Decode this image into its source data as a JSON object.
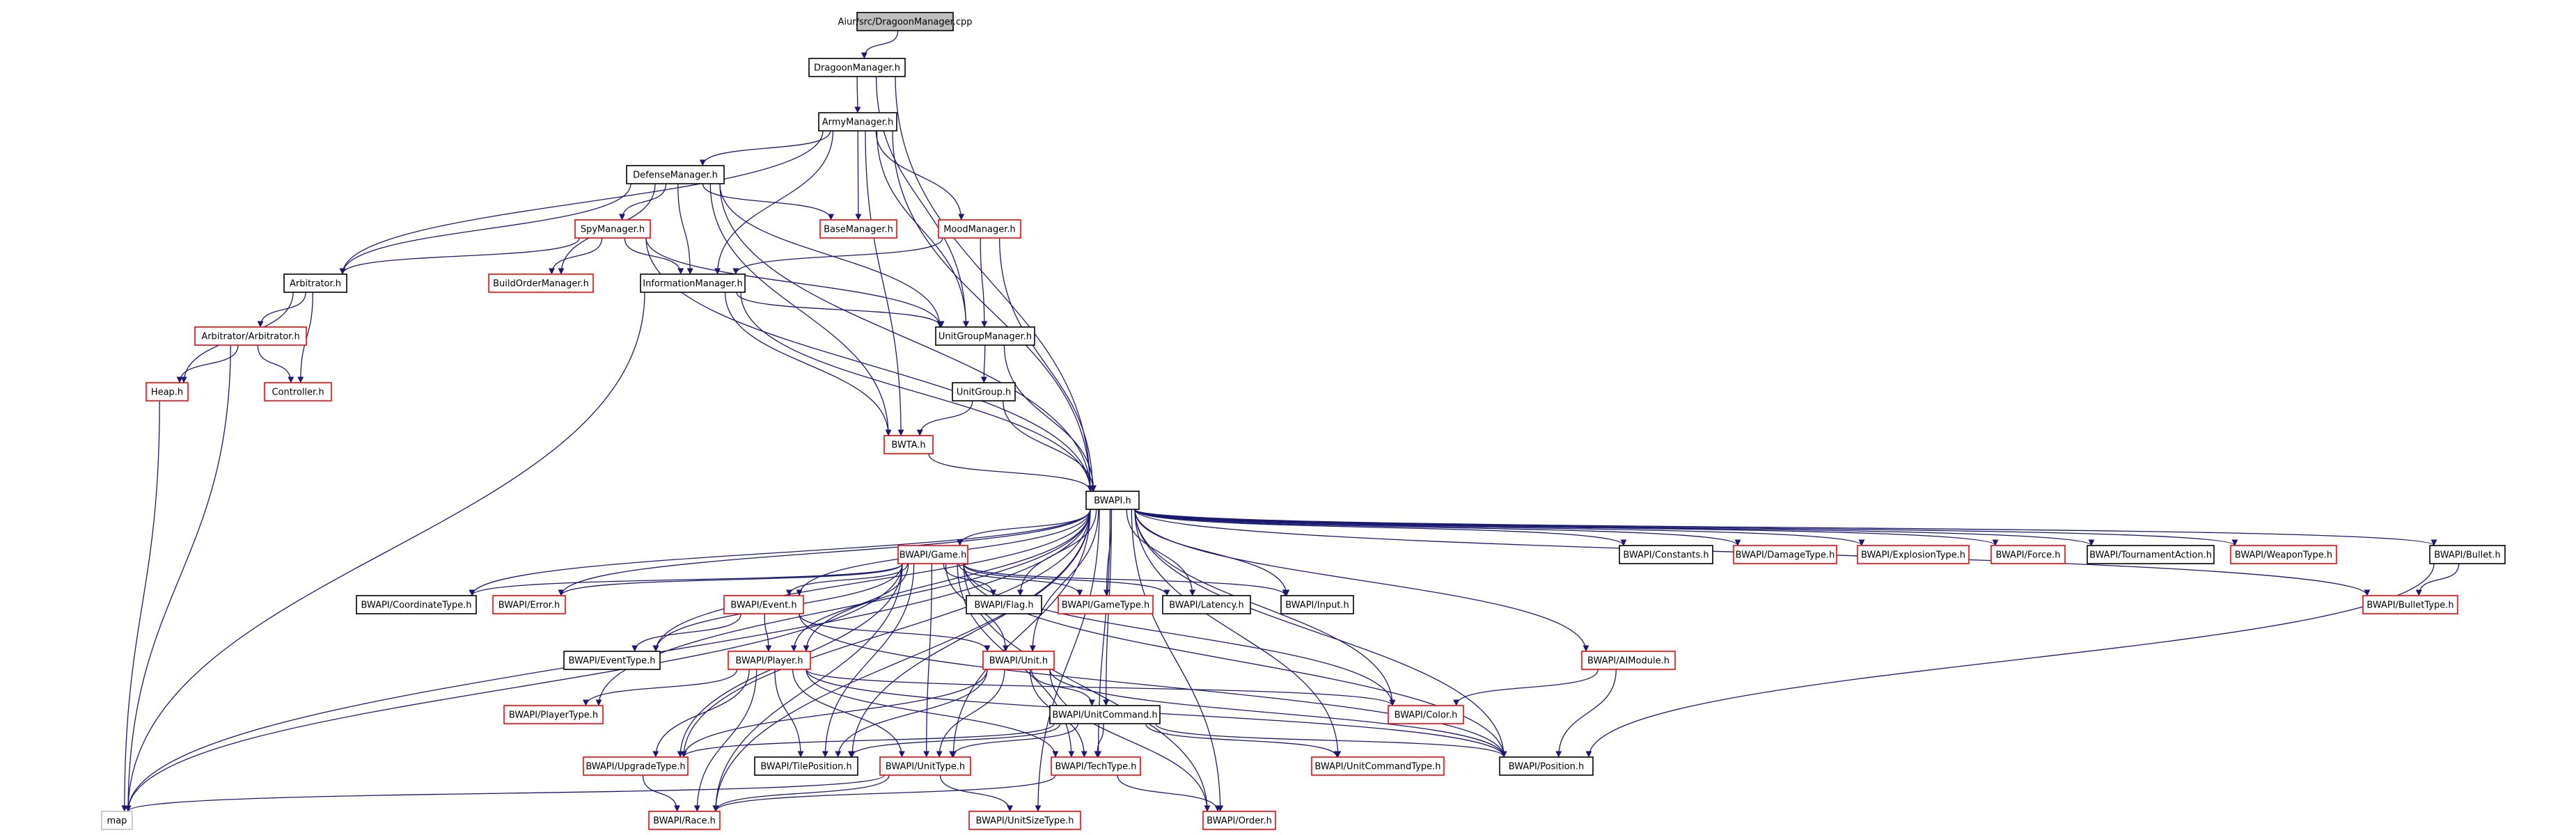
{
  "colors": {
    "edge": "#191970",
    "normal_border": "#000000",
    "truncated_border": "#ff0000",
    "root_fill": "#bfbfbf",
    "leaf_border": "#bfbfbf"
  },
  "nodes": [
    {
      "id": "root",
      "label": "Aiur/src/DragoonManager.cpp",
      "kind": "root"
    },
    {
      "id": "dragoon",
      "label": "DragoonManager.h",
      "kind": "normal"
    },
    {
      "id": "army",
      "label": "ArmyManager.h",
      "kind": "normal"
    },
    {
      "id": "defense",
      "label": "DefenseManager.h",
      "kind": "normal"
    },
    {
      "id": "base",
      "label": "BaseManager.h",
      "kind": "truncated"
    },
    {
      "id": "mood",
      "label": "MoodManager.h",
      "kind": "truncated"
    },
    {
      "id": "spy",
      "label": "SpyManager.h",
      "kind": "truncated"
    },
    {
      "id": "arbitrator",
      "label": "Arbitrator.h",
      "kind": "normal"
    },
    {
      "id": "buildorder",
      "label": "BuildOrderManager.h",
      "kind": "truncated"
    },
    {
      "id": "info",
      "label": "InformationManager.h",
      "kind": "normal"
    },
    {
      "id": "arbarb",
      "label": "Arbitrator/Arbitrator.h",
      "kind": "truncated"
    },
    {
      "id": "ugm",
      "label": "UnitGroupManager.h",
      "kind": "normal"
    },
    {
      "id": "heap",
      "label": "Heap.h",
      "kind": "truncated"
    },
    {
      "id": "controller",
      "label": "Controller.h",
      "kind": "truncated"
    },
    {
      "id": "unitgroup",
      "label": "UnitGroup.h",
      "kind": "normal"
    },
    {
      "id": "bwta",
      "label": "BWTA.h",
      "kind": "truncated"
    },
    {
      "id": "bwapi",
      "label": "BWAPI.h",
      "kind": "normal"
    },
    {
      "id": "game",
      "label": "BWAPI/Game.h",
      "kind": "truncated"
    },
    {
      "id": "constants",
      "label": "BWAPI/Constants.h",
      "kind": "normal"
    },
    {
      "id": "damagetype",
      "label": "BWAPI/DamageType.h",
      "kind": "truncated"
    },
    {
      "id": "explosiontype",
      "label": "BWAPI/ExplosionType.h",
      "kind": "truncated"
    },
    {
      "id": "force",
      "label": "BWAPI/Force.h",
      "kind": "truncated"
    },
    {
      "id": "tournament",
      "label": "BWAPI/TournamentAction.h",
      "kind": "normal"
    },
    {
      "id": "weapontype",
      "label": "BWAPI/WeaponType.h",
      "kind": "truncated"
    },
    {
      "id": "bullet",
      "label": "BWAPI/Bullet.h",
      "kind": "normal"
    },
    {
      "id": "coordtype",
      "label": "BWAPI/CoordinateType.h",
      "kind": "normal"
    },
    {
      "id": "error",
      "label": "BWAPI/Error.h",
      "kind": "truncated"
    },
    {
      "id": "event",
      "label": "BWAPI/Event.h",
      "kind": "truncated"
    },
    {
      "id": "flag",
      "label": "BWAPI/Flag.h",
      "kind": "normal"
    },
    {
      "id": "gametype",
      "label": "BWAPI/GameType.h",
      "kind": "truncated"
    },
    {
      "id": "latency",
      "label": "BWAPI/Latency.h",
      "kind": "normal"
    },
    {
      "id": "input",
      "label": "BWAPI/Input.h",
      "kind": "normal"
    },
    {
      "id": "bullettype",
      "label": "BWAPI/BulletType.h",
      "kind": "truncated"
    },
    {
      "id": "eventtype",
      "label": "BWAPI/EventType.h",
      "kind": "normal"
    },
    {
      "id": "player",
      "label": "BWAPI/Player.h",
      "kind": "truncated"
    },
    {
      "id": "unit",
      "label": "BWAPI/Unit.h",
      "kind": "truncated"
    },
    {
      "id": "aimodule",
      "label": "BWAPI/AIModule.h",
      "kind": "truncated"
    },
    {
      "id": "playertype",
      "label": "BWAPI/PlayerType.h",
      "kind": "truncated"
    },
    {
      "id": "color",
      "label": "BWAPI/Color.h",
      "kind": "truncated"
    },
    {
      "id": "unitcommand",
      "label": "BWAPI/UnitCommand.h",
      "kind": "normal"
    },
    {
      "id": "upgradetype",
      "label": "BWAPI/UpgradeType.h",
      "kind": "truncated"
    },
    {
      "id": "tileposition",
      "label": "BWAPI/TilePosition.h",
      "kind": "normal"
    },
    {
      "id": "unittype",
      "label": "BWAPI/UnitType.h",
      "kind": "truncated"
    },
    {
      "id": "techtype",
      "label": "BWAPI/TechType.h",
      "kind": "truncated"
    },
    {
      "id": "unitcommandtype",
      "label": "BWAPI/UnitCommandType.h",
      "kind": "truncated"
    },
    {
      "id": "position",
      "label": "BWAPI/Position.h",
      "kind": "normal"
    },
    {
      "id": "map",
      "label": "map",
      "kind": "leaf"
    },
    {
      "id": "race",
      "label": "BWAPI/Race.h",
      "kind": "truncated"
    },
    {
      "id": "unitsizetype",
      "label": "BWAPI/UnitSizeType.h",
      "kind": "truncated"
    },
    {
      "id": "order",
      "label": "BWAPI/Order.h",
      "kind": "truncated"
    }
  ],
  "edges": [
    [
      "root",
      "dragoon"
    ],
    [
      "dragoon",
      "army"
    ],
    [
      "dragoon",
      "ugm"
    ],
    [
      "dragoon",
      "bwapi"
    ],
    [
      "army",
      "defense"
    ],
    [
      "army",
      "base"
    ],
    [
      "army",
      "mood"
    ],
    [
      "army",
      "arbitrator"
    ],
    [
      "army",
      "info"
    ],
    [
      "army",
      "ugm"
    ],
    [
      "army",
      "bwta"
    ],
    [
      "army",
      "bwapi"
    ],
    [
      "defense",
      "base"
    ],
    [
      "defense",
      "spy"
    ],
    [
      "defense",
      "arbitrator"
    ],
    [
      "defense",
      "buildorder"
    ],
    [
      "defense",
      "info"
    ],
    [
      "defense",
      "ugm"
    ],
    [
      "defense",
      "bwta"
    ],
    [
      "defense",
      "bwapi"
    ],
    [
      "mood",
      "info"
    ],
    [
      "mood",
      "ugm"
    ],
    [
      "mood",
      "bwapi"
    ],
    [
      "spy",
      "arbitrator"
    ],
    [
      "spy",
      "buildorder"
    ],
    [
      "spy",
      "info"
    ],
    [
      "spy",
      "ugm"
    ],
    [
      "spy",
      "bwapi"
    ],
    [
      "arbitrator",
      "arbarb"
    ],
    [
      "arbitrator",
      "heap"
    ],
    [
      "arbitrator",
      "controller"
    ],
    [
      "arbarb",
      "heap"
    ],
    [
      "arbarb",
      "controller"
    ],
    [
      "arbarb",
      "map"
    ],
    [
      "heap",
      "map"
    ],
    [
      "info",
      "ugm"
    ],
    [
      "info",
      "bwta"
    ],
    [
      "info",
      "bwapi"
    ],
    [
      "info",
      "map"
    ],
    [
      "ugm",
      "unitgroup"
    ],
    [
      "ugm",
      "bwapi"
    ],
    [
      "unitgroup",
      "bwta"
    ],
    [
      "unitgroup",
      "bwapi"
    ],
    [
      "bwta",
      "bwapi"
    ],
    [
      "bwapi",
      "game"
    ],
    [
      "bwapi",
      "constants"
    ],
    [
      "bwapi",
      "damagetype"
    ],
    [
      "bwapi",
      "explosiontype"
    ],
    [
      "bwapi",
      "force"
    ],
    [
      "bwapi",
      "tournament"
    ],
    [
      "bwapi",
      "weapontype"
    ],
    [
      "bwapi",
      "bullet"
    ],
    [
      "bwapi",
      "bullettype"
    ],
    [
      "bwapi",
      "coordtype"
    ],
    [
      "bwapi",
      "error"
    ],
    [
      "bwapi",
      "event"
    ],
    [
      "bwapi",
      "flag"
    ],
    [
      "bwapi",
      "gametype"
    ],
    [
      "bwapi",
      "latency"
    ],
    [
      "bwapi",
      "input"
    ],
    [
      "bwapi",
      "eventtype"
    ],
    [
      "bwapi",
      "player"
    ],
    [
      "bwapi",
      "unit"
    ],
    [
      "bwapi",
      "aimodule"
    ],
    [
      "bwapi",
      "playertype"
    ],
    [
      "bwapi",
      "color"
    ],
    [
      "bwapi",
      "unitcommand"
    ],
    [
      "bwapi",
      "upgradetype"
    ],
    [
      "bwapi",
      "tileposition"
    ],
    [
      "bwapi",
      "unittype"
    ],
    [
      "bwapi",
      "techtype"
    ],
    [
      "bwapi",
      "unitcommandtype"
    ],
    [
      "bwapi",
      "position"
    ],
    [
      "bwapi",
      "race"
    ],
    [
      "bwapi",
      "unitsizetype"
    ],
    [
      "bwapi",
      "order"
    ],
    [
      "bwapi",
      "map"
    ],
    [
      "game",
      "coordtype"
    ],
    [
      "game",
      "error"
    ],
    [
      "game",
      "event"
    ],
    [
      "game",
      "flag"
    ],
    [
      "game",
      "gametype"
    ],
    [
      "game",
      "latency"
    ],
    [
      "game",
      "input"
    ],
    [
      "game",
      "player"
    ],
    [
      "game",
      "unit"
    ],
    [
      "game",
      "color"
    ],
    [
      "game",
      "upgradetype"
    ],
    [
      "game",
      "tileposition"
    ],
    [
      "game",
      "unittype"
    ],
    [
      "game",
      "techtype"
    ],
    [
      "game",
      "position"
    ],
    [
      "game",
      "race"
    ],
    [
      "game",
      "order"
    ],
    [
      "game",
      "map"
    ],
    [
      "game",
      "eventtype"
    ],
    [
      "event",
      "eventtype"
    ],
    [
      "event",
      "player"
    ],
    [
      "event",
      "unit"
    ],
    [
      "event",
      "position"
    ],
    [
      "player",
      "playertype"
    ],
    [
      "player",
      "color"
    ],
    [
      "player",
      "upgradetype"
    ],
    [
      "player",
      "tileposition"
    ],
    [
      "player",
      "unittype"
    ],
    [
      "player",
      "techtype"
    ],
    [
      "player",
      "race"
    ],
    [
      "player",
      "position"
    ],
    [
      "unit",
      "unitcommand"
    ],
    [
      "unit",
      "upgradetype"
    ],
    [
      "unit",
      "tileposition"
    ],
    [
      "unit",
      "unittype"
    ],
    [
      "unit",
      "techtype"
    ],
    [
      "unit",
      "order"
    ],
    [
      "unit",
      "position"
    ],
    [
      "unitcommand",
      "tileposition"
    ],
    [
      "unitcommand",
      "unittype"
    ],
    [
      "unitcommand",
      "techtype"
    ],
    [
      "unitcommand",
      "unitcommandtype"
    ],
    [
      "unitcommand",
      "position"
    ],
    [
      "unitcommand",
      "upgradetype"
    ],
    [
      "aimodule",
      "color"
    ],
    [
      "aimodule",
      "position"
    ],
    [
      "bullet",
      "bullettype"
    ],
    [
      "bullet",
      "position"
    ],
    [
      "upgradetype",
      "race"
    ],
    [
      "unittype",
      "race"
    ],
    [
      "unittype",
      "unitsizetype"
    ],
    [
      "unittype",
      "map"
    ],
    [
      "techtype",
      "race"
    ],
    [
      "techtype",
      "order"
    ]
  ]
}
